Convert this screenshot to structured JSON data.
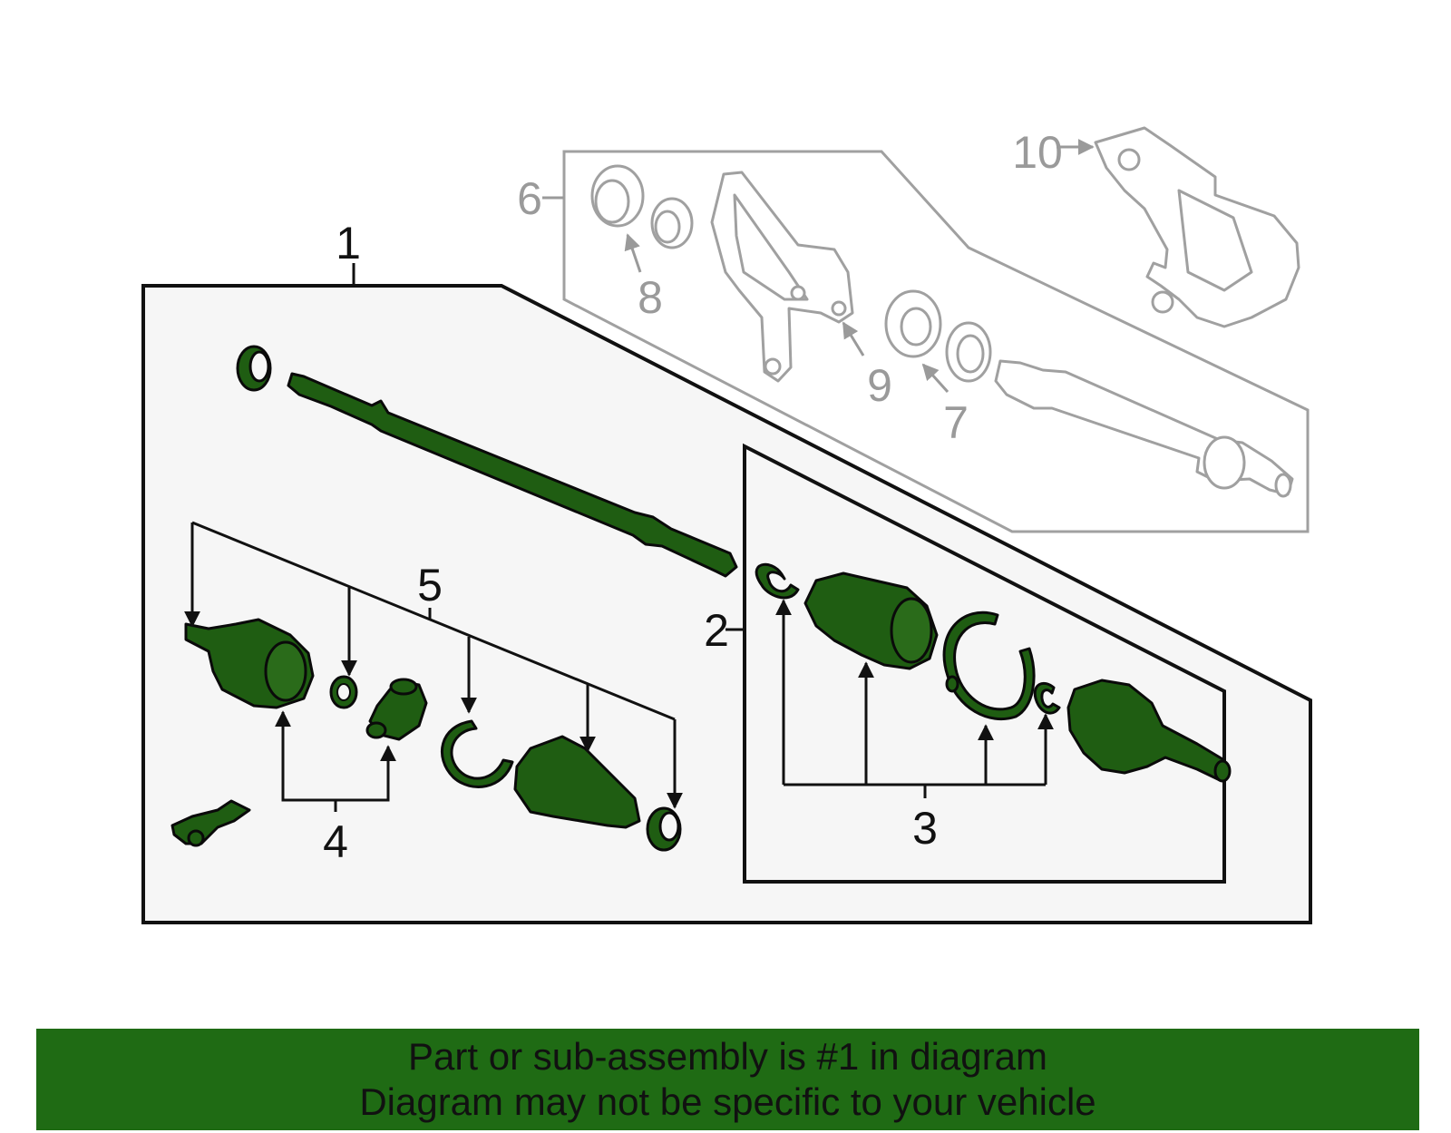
{
  "callouts": {
    "c1": "1",
    "c2": "2",
    "c3": "3",
    "c4": "4",
    "c5": "5",
    "c6": "6",
    "c7": "7",
    "c8": "8",
    "c9": "9",
    "c10": "10"
  },
  "banner": {
    "line1": "Part or sub-assembly is #1 in diagram",
    "line2": "Diagram may not be specific to your vehicle",
    "color": "#1f6b14"
  },
  "colors": {
    "part_green": "#1f5d12",
    "grey_part": "#a0a0a0",
    "frame": "#111111"
  }
}
